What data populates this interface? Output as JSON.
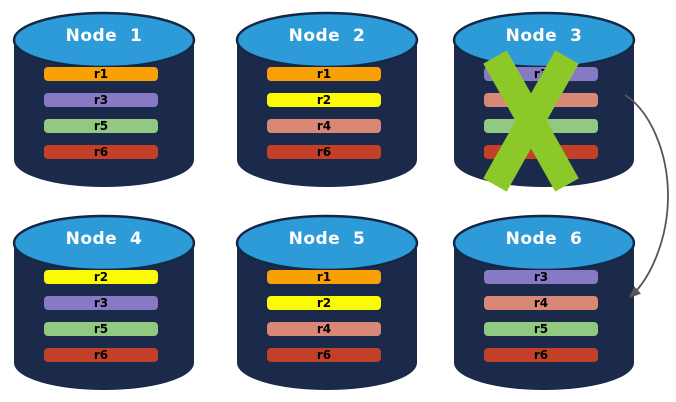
{
  "diagram": {
    "description": "Six database nodes with replica partitions; Node 3 is crossed out (failed) and an arrow points from Node 3 to Node 6",
    "colors": {
      "background": "#FFFFFF",
      "cylinder_body": "#1B2A4A",
      "cylinder_top": "#2E9BD9",
      "cylinder_top_stroke": "#142747",
      "failure_x": "#8CC828",
      "arrow": "#575757",
      "node_title_text": "#FFFFFF",
      "replica_text": "#000000"
    },
    "replica_palette": {
      "r1": "#F9A005",
      "r2": "#FBFB04",
      "r3": "#8779C4",
      "r4": "#D98876",
      "r5": "#90C97F",
      "r6": "#C23F28"
    },
    "nodes": [
      {
        "title": "Node  1",
        "failed": false,
        "replicas": [
          {
            "label": "r1",
            "color": "#F9A005"
          },
          {
            "label": "r3",
            "color": "#8779C4"
          },
          {
            "label": "r5",
            "color": "#90C97F"
          },
          {
            "label": "r6",
            "color": "#C23F28"
          }
        ]
      },
      {
        "title": "Node  2",
        "failed": false,
        "replicas": [
          {
            "label": "r1",
            "color": "#F9A005"
          },
          {
            "label": "r2",
            "color": "#FBFB04"
          },
          {
            "label": "r4",
            "color": "#D98876"
          },
          {
            "label": "r6",
            "color": "#C23F28"
          }
        ]
      },
      {
        "title": "Node  3",
        "failed": true,
        "replicas": [
          {
            "label": "r3",
            "color": "#8779C4"
          },
          {
            "label": "r4",
            "color": "#D98876"
          },
          {
            "label": "r5",
            "color": "#90C97F"
          },
          {
            "label": "r6",
            "color": "#C23F28"
          }
        ]
      },
      {
        "title": "Node  4",
        "failed": false,
        "replicas": [
          {
            "label": "r2",
            "color": "#FBFB04"
          },
          {
            "label": "r3",
            "color": "#8779C4"
          },
          {
            "label": "r5",
            "color": "#90C97F"
          },
          {
            "label": "r6",
            "color": "#C23F28"
          }
        ]
      },
      {
        "title": "Node  5",
        "failed": false,
        "replicas": [
          {
            "label": "r1",
            "color": "#F9A005"
          },
          {
            "label": "r2",
            "color": "#FBFB04"
          },
          {
            "label": "r4",
            "color": "#D98876"
          },
          {
            "label": "r6",
            "color": "#C23F28"
          }
        ]
      },
      {
        "title": "Node  6",
        "failed": false,
        "replicas": [
          {
            "label": "r3",
            "color": "#8779C4"
          },
          {
            "label": "r4",
            "color": "#D98876"
          },
          {
            "label": "r5",
            "color": "#90C97F"
          },
          {
            "label": "r6",
            "color": "#C23F28"
          }
        ]
      }
    ],
    "arrow": {
      "from_node": "Node 3",
      "to_node": "Node 6"
    }
  }
}
